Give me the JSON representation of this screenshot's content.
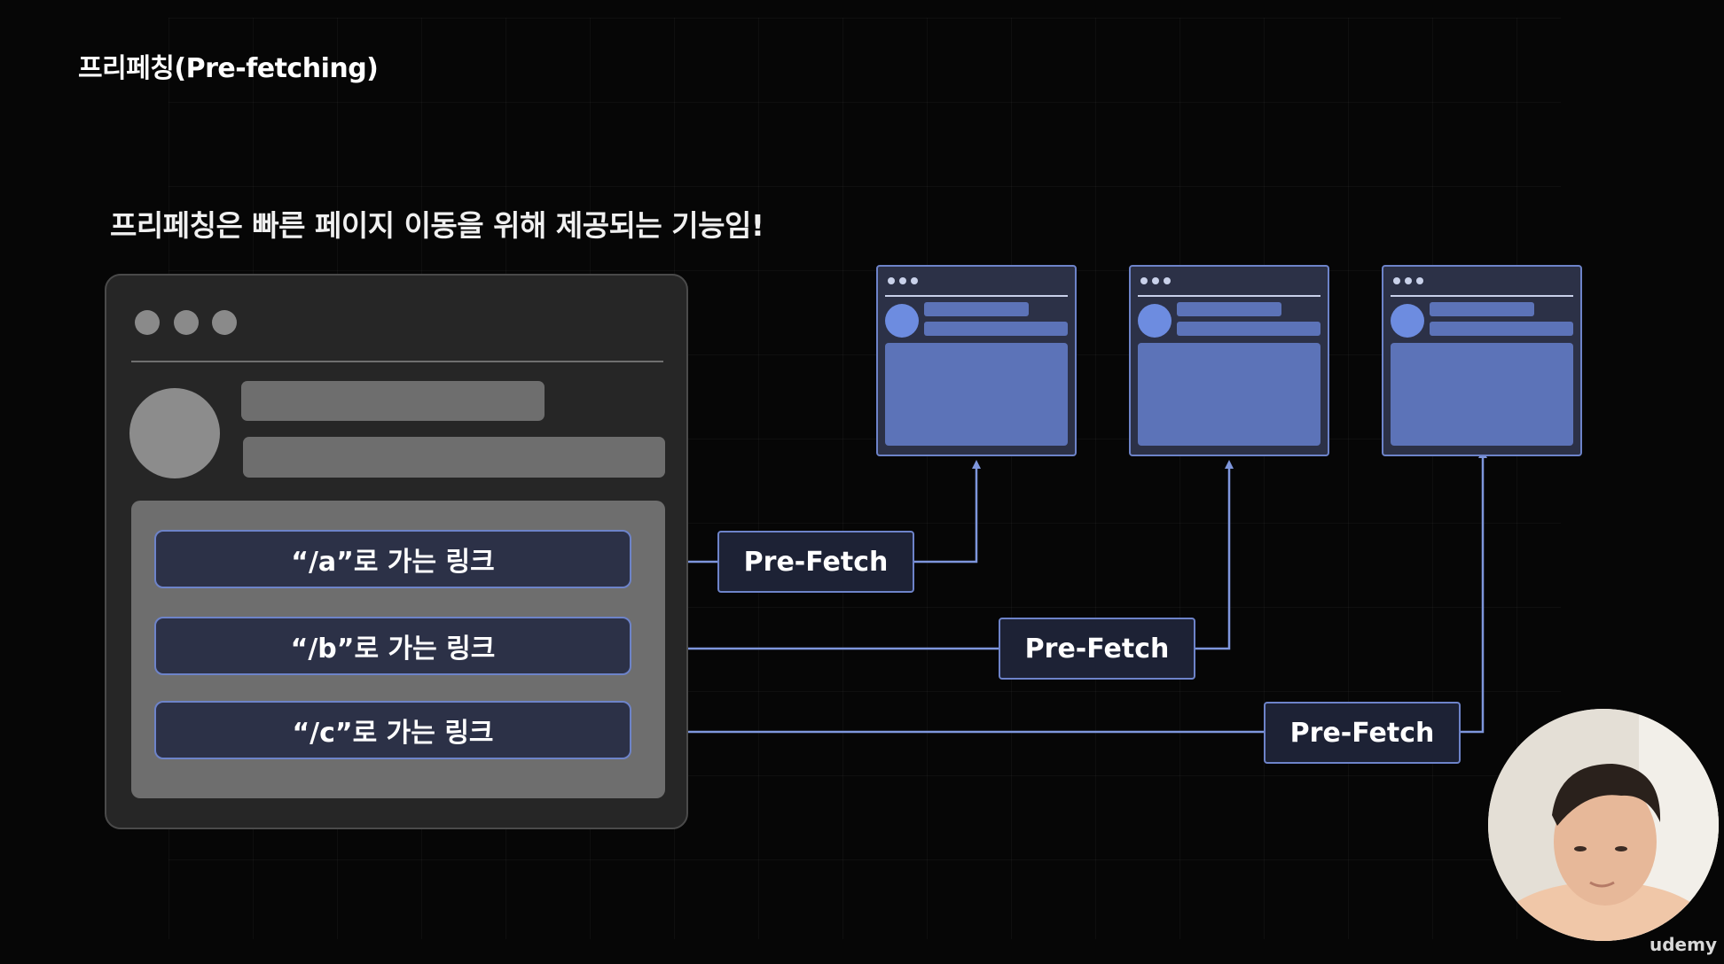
{
  "title": "프리페칭(Pre-fetching)",
  "subtitle": "프리페칭은 빠른 페이지 이동을 위해 제공되는 기능임!",
  "links": [
    {
      "label": "“/a”로 가는 링크"
    },
    {
      "label": "“/b”로 가는 링크"
    },
    {
      "label": "“/c”로 가는 링크"
    }
  ],
  "prefetch_label": "Pre-Fetch",
  "watermark": "udemy",
  "colors": {
    "background": "#060606",
    "accent_border": "#6d83c9",
    "link_fill": "#2c3147",
    "prefetch_fill": "#1d2235",
    "page_block": "#5c73b8",
    "browser_gray": "#262626"
  }
}
